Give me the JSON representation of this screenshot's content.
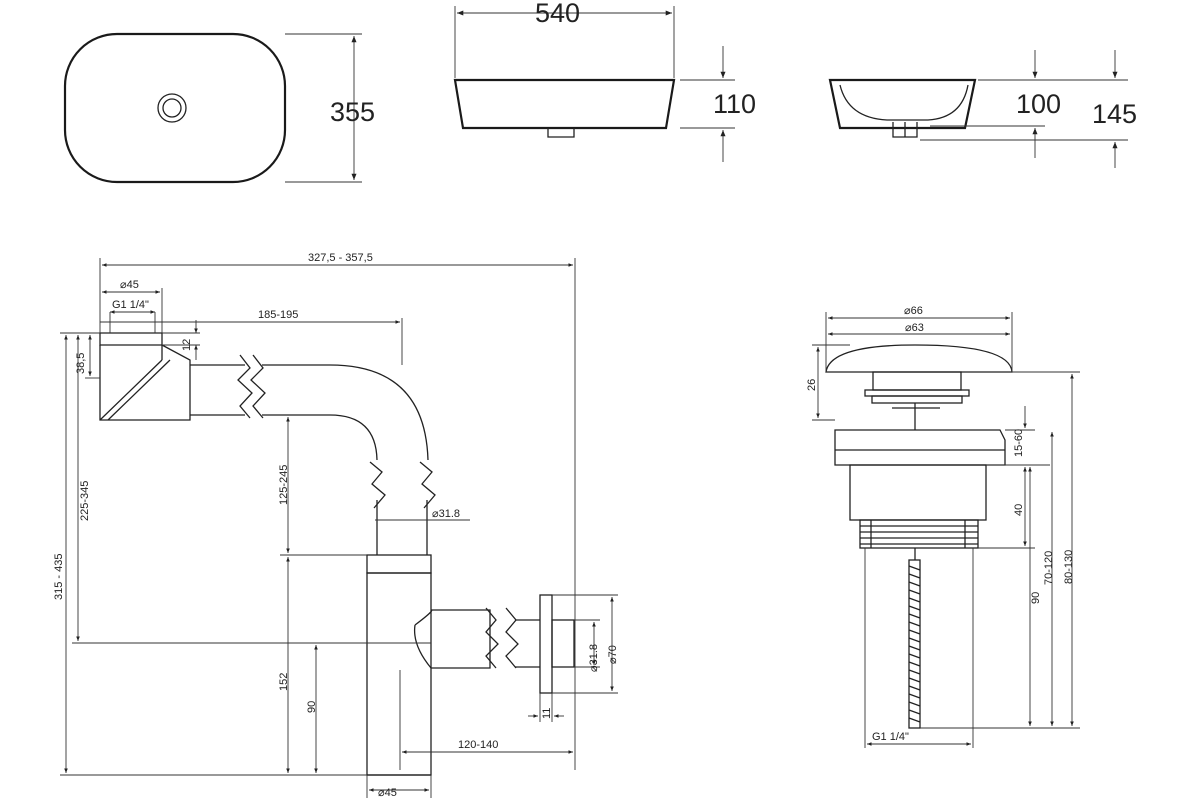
{
  "basin": {
    "length": "540",
    "width": "355",
    "height_side": "110",
    "depth_inner": "100",
    "height_front": "145"
  },
  "siphon": {
    "overall_length": "327,5 - 357,5",
    "inlet_diameter": "⌀45",
    "inlet_thread": "G1 1/4\"",
    "horizontal_length": "185-195",
    "dim_12": "12",
    "dim_38_5": "38,5",
    "total_height": "315 - 435",
    "height_range_1": "225-345",
    "height_range_2": "125-245",
    "pipe_diameter": "⌀31.8",
    "height_152": "152",
    "height_90": "90",
    "outlet_length": "120-140",
    "outlet_pipe_diameter": "⌀31.8",
    "flange_diameter": "⌀70",
    "flange_thickness": "11",
    "bottom_diameter": "⌀45"
  },
  "drain": {
    "cap_diameter": "⌀66",
    "inner_diameter": "⌀63",
    "cap_height": "26",
    "range_15_60": "15-60",
    "dim_40": "40",
    "dim_90": "90",
    "range_70_120": "70-120",
    "range_80_130": "80-130",
    "thread": "G1 1/4\""
  }
}
